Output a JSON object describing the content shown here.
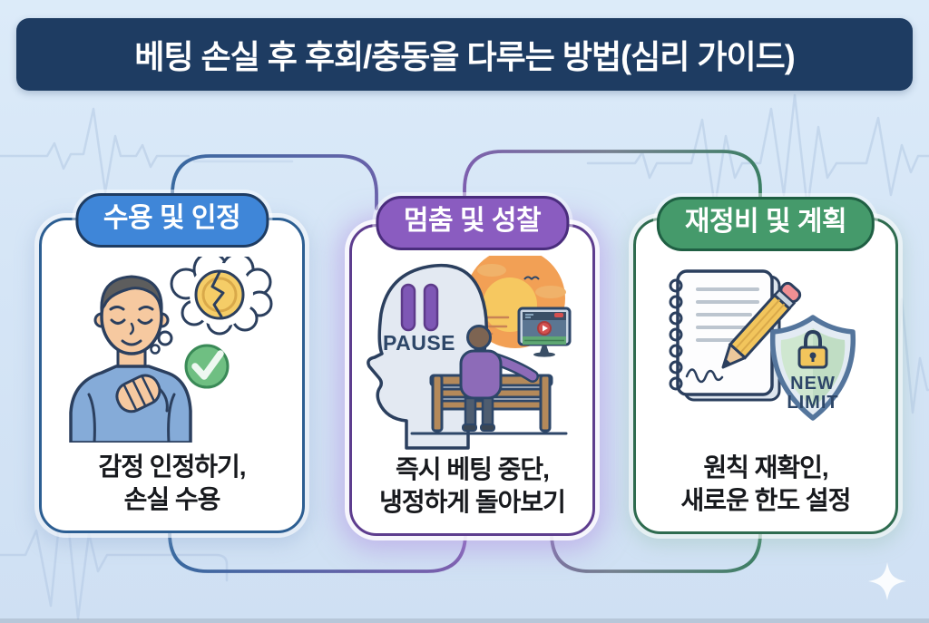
{
  "title": "베팅 손실 후 후회/충동을 다루는 방법(심리 가이드)",
  "cards": [
    {
      "id": "acceptance",
      "badge": "수용 및 인정",
      "caption_line1": "감정 인정하기,",
      "caption_line2": "손실 수용",
      "accent_color": "#3f86d8",
      "border_color": "#2c5e92",
      "icons": [
        "person-hand-on-chest-illustration",
        "thought-bubble-icon",
        "broken-coin-icon",
        "checkmark-icon"
      ]
    },
    {
      "id": "pause-reflect",
      "badge": "멈춤 및 성찰",
      "caption_line1": "즉시 베팅 중단,",
      "caption_line2": "냉정하게 돌아보기",
      "accent_color": "#8a5cc0",
      "border_color": "#5d3d8e",
      "pause_label": "PAUSE",
      "icons": [
        "head-profile-pause-icon",
        "sunset-icon",
        "video-monitor-icon",
        "bench-person-icon"
      ]
    },
    {
      "id": "replan",
      "badge": "재정비 및 계획",
      "caption_line1": "원칙 재확인,",
      "caption_line2": "새로운 한도 설정",
      "accent_color": "#459a6b",
      "border_color": "#2e6b4f",
      "shield_label_line1": "NEW",
      "shield_label_line2": "LIMIT",
      "icons": [
        "notebook-icon",
        "pencil-icon",
        "shield-lock-icon"
      ]
    }
  ],
  "colors": {
    "background_top": "#dcebf9",
    "background_bottom": "#cfe0f3",
    "title_bg": "#1e3c62",
    "title_text": "#ffffff",
    "connector_blue": "#38699f",
    "connector_purple": "#7d5fae",
    "connector_green": "#3c7f64",
    "waveform": "#b3c9e3",
    "card_bg": "#ffffff",
    "caption_text": "#17191d"
  }
}
